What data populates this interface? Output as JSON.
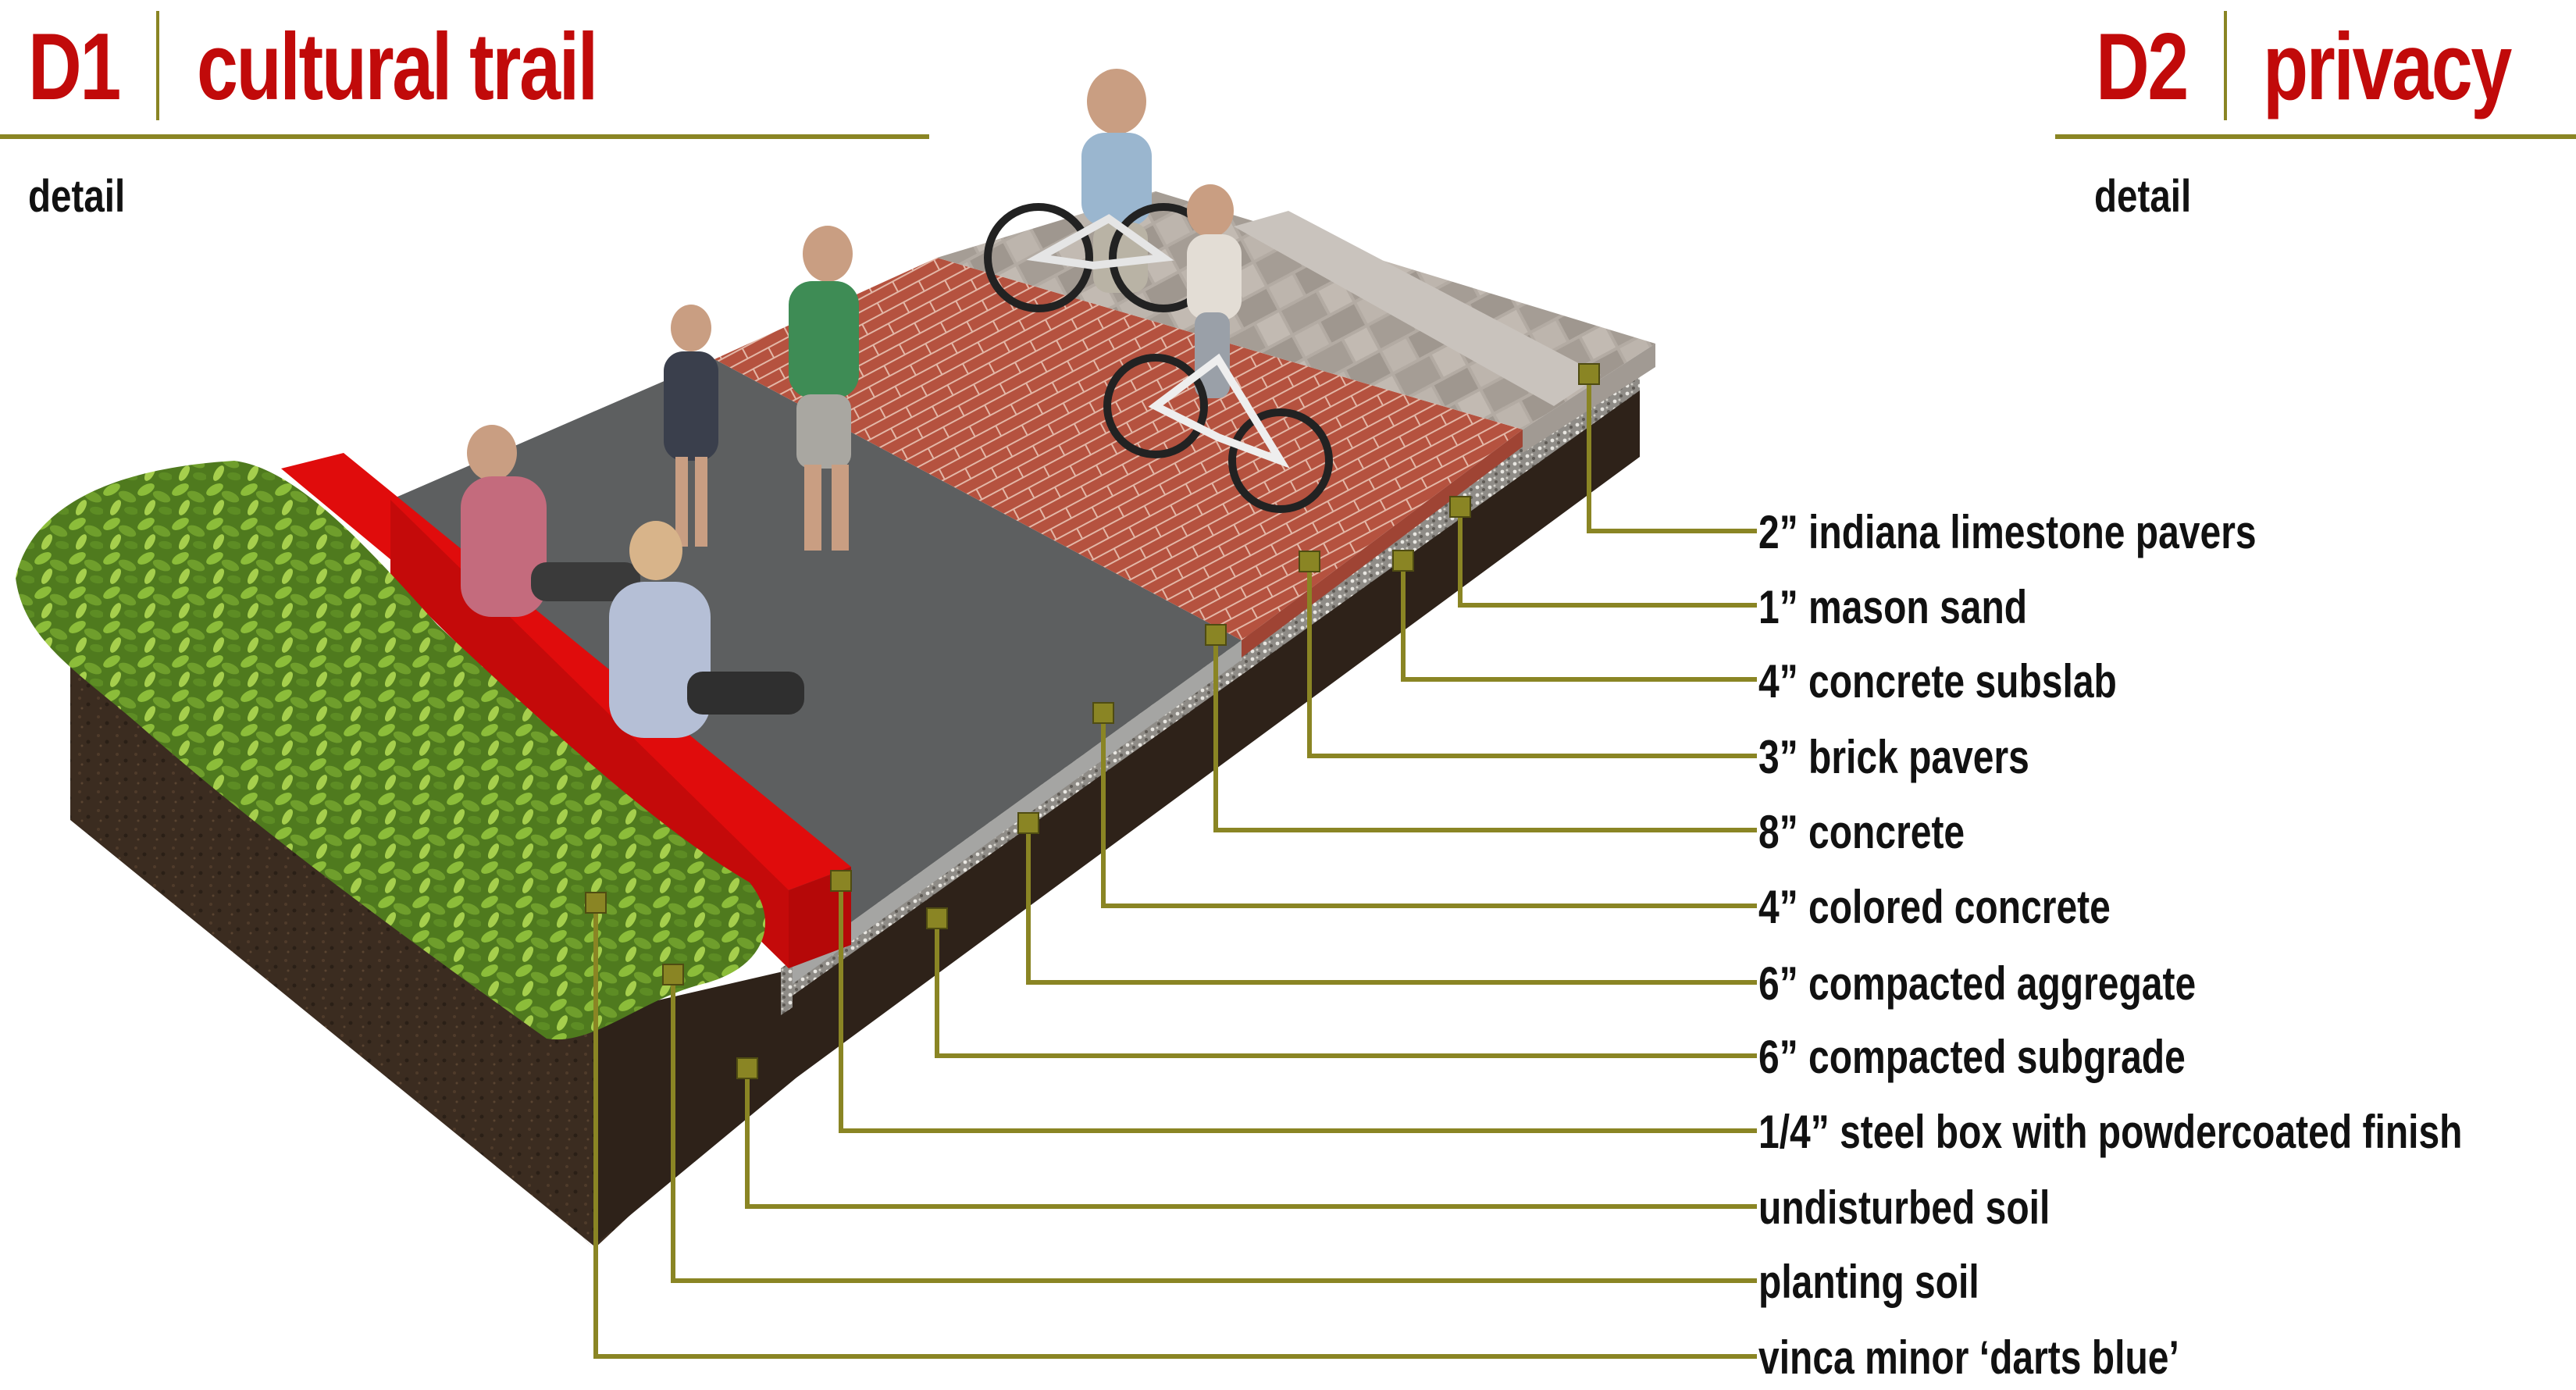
{
  "panels": [
    {
      "code": "D1",
      "name": "cultural trail",
      "subtitle": "detail"
    },
    {
      "code": "D2",
      "name": "privacy",
      "subtitle": "detail"
    }
  ],
  "callouts": [
    "2” indiana limestone pavers",
    "1” mason sand",
    "4” concrete subslab",
    "3” brick pavers",
    "8” concrete",
    "4” colored concrete",
    "6” compacted aggregate",
    "6” compacted subgrade",
    "1/4” steel box with powdercoated finish",
    "undisturbed soil",
    "planting soil",
    "vinca minor ‘darts blue’"
  ],
  "colors": {
    "title_red": "#c10a0a",
    "leader_olive": "#8a8524",
    "bench_red": "#e00c0c",
    "brick": "#b5523f",
    "limestone": "#b3aba3",
    "concrete": "#5d5f60",
    "soil": "#3b2c20",
    "foliage": "#6f9e2c"
  }
}
